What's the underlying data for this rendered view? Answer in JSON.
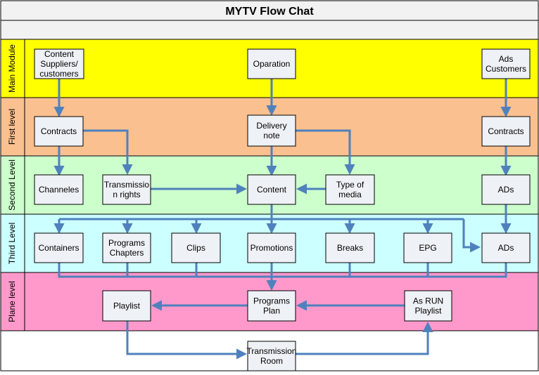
{
  "title": "MYTV Flow Chat",
  "colors": {
    "header": "#f2f2f2",
    "lane_main": "#ffff00",
    "lane_first": "#fac090",
    "lane_second": "#ccffcc",
    "lane_third": "#ccffff",
    "lane_plane": "#ff99cc",
    "node_fill": "#eef1f6",
    "arrow": "#4f81bd",
    "border": "#000000"
  },
  "lanes": [
    {
      "id": "main",
      "label": "Main Module"
    },
    {
      "id": "first",
      "label": "First level"
    },
    {
      "id": "second",
      "label": "Second Level"
    },
    {
      "id": "third",
      "label": "Third Level"
    },
    {
      "id": "plane",
      "label": "Plane level"
    }
  ],
  "nodes": {
    "content_suppliers": [
      "Content",
      "Suppliers/",
      "customers"
    ],
    "operation": [
      "Oparation"
    ],
    "ads_customers": [
      "Ads",
      "Customers"
    ],
    "contracts_left": [
      "Contracts"
    ],
    "delivery_note": [
      "Delivery",
      "note"
    ],
    "contracts_right": [
      "Contracts"
    ],
    "channels": [
      "Channeles"
    ],
    "transmission_rights": [
      "Transmissio",
      "n rights"
    ],
    "content": [
      "Content"
    ],
    "type_of_media": [
      "Type of",
      "media"
    ],
    "ads_second": [
      "ADs"
    ],
    "containers": [
      "Containers"
    ],
    "programs_chapters": [
      "Programs",
      "Chapters"
    ],
    "clips": [
      "Clips"
    ],
    "promotions": [
      "Promotions"
    ],
    "breaks": [
      "Breaks"
    ],
    "epg": [
      "EPG"
    ],
    "ads_third": [
      "ADs"
    ],
    "playlist": [
      "Playlist"
    ],
    "programs_plan": [
      "Programs",
      "Plan"
    ],
    "as_run_playlist": [
      "As RUN",
      "Playlist"
    ],
    "transmission_room": [
      "Transmission",
      "Room"
    ]
  }
}
